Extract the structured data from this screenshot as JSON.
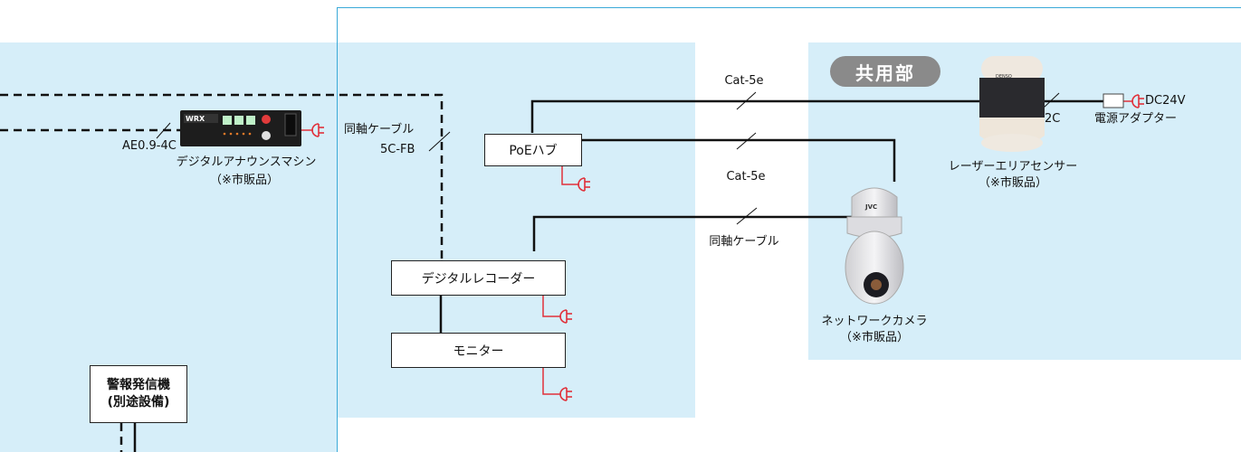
{
  "shared_area_label": "共用部",
  "boxes": {
    "poe_hub": "PoEハブ",
    "digital_recorder": "デジタルレコーダー",
    "monitor": "モニター",
    "alarm_line1": "警報発信機",
    "alarm_line2": "(別途設備)"
  },
  "cables": {
    "cat5e_top": "Cat-5e",
    "cat5e_mid": "Cat-5e",
    "coax_camera": "同軸ケーブル",
    "coax_left_line1": "同軸ケーブル",
    "coax_left_line2": "5C-FB",
    "ae_cable": "AE0.9-4C",
    "two_core": "2C"
  },
  "devices": {
    "announce_name": "デジタルアナウンスマシン",
    "announce_note": "（※市販品）",
    "laser_name": "レーザーエリアセンサー",
    "laser_note": "（※市販品）",
    "camera_name": "ネットワークカメラ",
    "camera_note": "（※市販品）",
    "camera_brand": "JVC",
    "laser_brand": "DENSO",
    "announce_brand": "WRX",
    "power_adapter": "電源アダプター",
    "dc_voltage": "DC24V"
  },
  "colors": {
    "zone_fill": "#d6eef9",
    "divider": "#3aa9d8",
    "plug": "#e0303a",
    "badge": "#8a8a8a"
  },
  "icons": [
    "power-plug-icon",
    "network-camera-icon",
    "laser-sensor-icon",
    "announce-machine-icon",
    "power-adapter-icon"
  ]
}
